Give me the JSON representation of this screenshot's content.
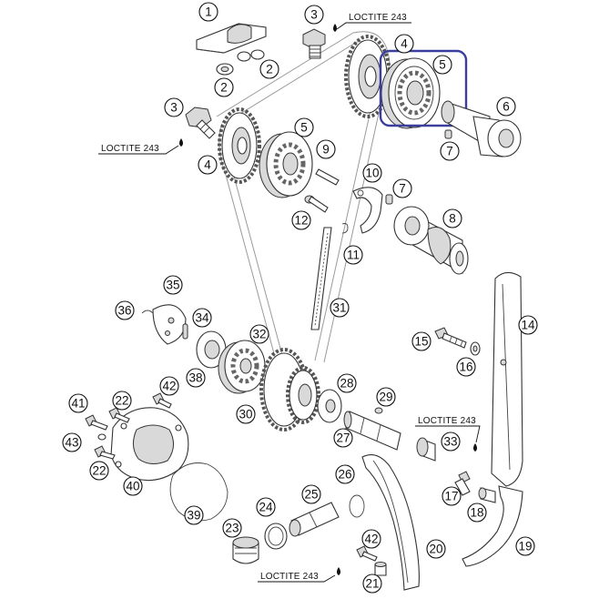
{
  "highlight_color": "#3a3f9e",
  "loctite": {
    "top": "LOCTITE 243",
    "left": "LOCTITE 243",
    "right": "LOCTITE 243",
    "bottom": "LOCTITE 243"
  },
  "callouts": {
    "c1": "1",
    "c2a": "2",
    "c2b": "2",
    "c3a": "3",
    "c3b": "3",
    "c4a": "4",
    "c4b": "4",
    "c5a": "5",
    "c5b": "5",
    "c6": "6",
    "c7a": "7",
    "c7b": "7",
    "c8": "8",
    "c9": "9",
    "c10": "10",
    "c11": "11",
    "c12": "12",
    "c14": "14",
    "c15": "15",
    "c16": "16",
    "c17": "17",
    "c18": "18",
    "c19": "19",
    "c20": "20",
    "c21": "21",
    "c22a": "22",
    "c22b": "22",
    "c23": "23",
    "c24": "24",
    "c25": "25",
    "c26": "26",
    "c27": "27",
    "c28": "28",
    "c29": "29",
    "c30": "30",
    "c31": "31",
    "c32": "32",
    "c33": "33",
    "c34": "34",
    "c35": "35",
    "c36": "36",
    "c38": "38",
    "c39": "39",
    "c40": "40",
    "c41": "41",
    "c42a": "42",
    "c42b": "42",
    "c43": "43"
  }
}
